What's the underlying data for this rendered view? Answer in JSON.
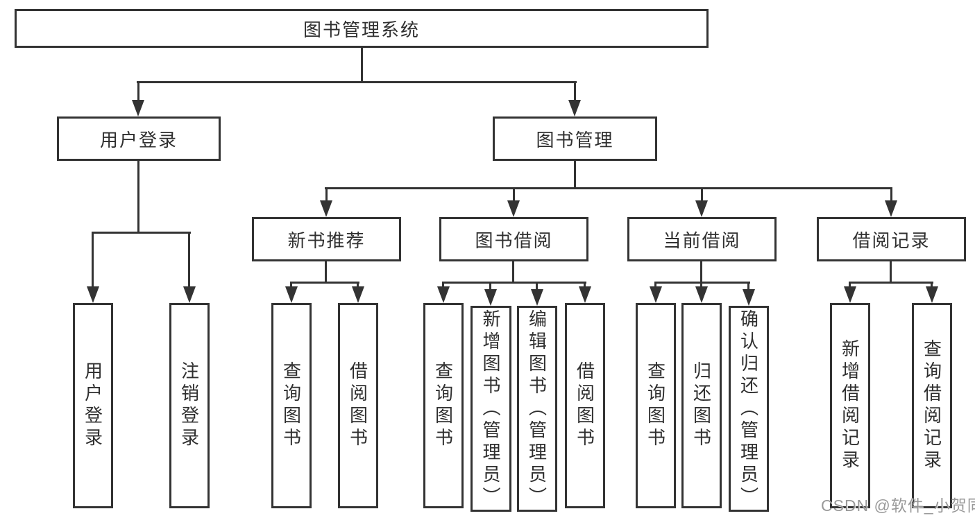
{
  "diagram": {
    "colors": {
      "line": "#333333",
      "text": "#2f2f2f",
      "background": "#ffffff",
      "watermark": "#949494"
    },
    "root": "图书管理系统",
    "level2": [
      "用户登录",
      "图书管理"
    ],
    "level3": [
      "新书推荐",
      "图书借阅",
      "当前借阅",
      "借阅记录"
    ],
    "leaves": {
      "login": [
        "用户登录",
        "注销登录"
      ],
      "newbook": [
        "查询图书",
        "借阅图书"
      ],
      "borrow": [
        "查询图书",
        "新增图书（管理员）",
        "编辑图书（管理员）",
        "借阅图书"
      ],
      "current": [
        "查询图书",
        "归还图书",
        "确认归还（管理员）"
      ],
      "record": [
        "新增借阅记录",
        "查询借阅记录"
      ]
    },
    "watermark": "CSDN @软件_小贺同学"
  }
}
